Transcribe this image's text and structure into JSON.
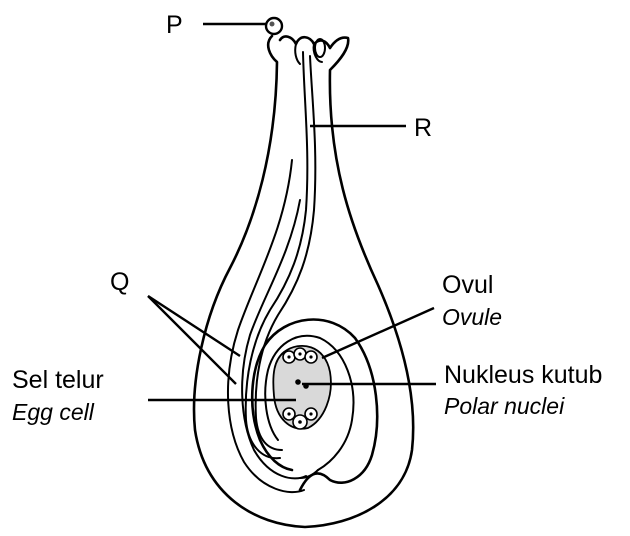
{
  "labels": {
    "p": "P",
    "r": "R",
    "q": "Q",
    "ovule_ms": "Ovul",
    "ovule_en": "Ovule",
    "polar_ms": "Nukleus kutub",
    "polar_en": "Polar nuclei",
    "egg_ms": "Sel telur",
    "egg_en": "Egg cell"
  },
  "colors": {
    "line": "#000000",
    "embryo_sac_fill": "#d9d9d9",
    "background": "#ffffff"
  }
}
